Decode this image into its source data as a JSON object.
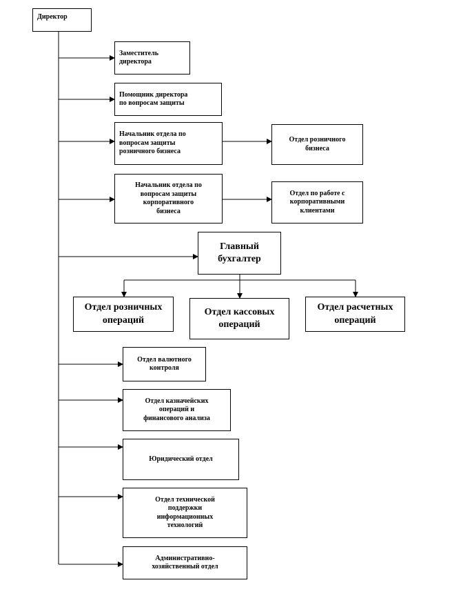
{
  "diagram": {
    "director": "Директор",
    "deputy": "Заместитель\nдиректора",
    "assistant_security": "Помощник директора\nпо вопросам защиты",
    "head_security_retail": "Начальник отдела по\nвопросам защиты\nрозничного бизнеса",
    "retail_business_dept": "Отдел розничного\nбизнеса",
    "head_security_corporate": "Начальник отдела по\nвопросам защиты\nкорпоративного\nбизнеса",
    "corporate_clients_dept": "Отдел по работе с\nкорпоративными\nклиентами",
    "chief_accountant": "Главный\nбухгалтер",
    "retail_operations_dept": "Отдел розничных\nопераций",
    "cash_operations_dept": "Отдел кассовых\nопераций",
    "settlement_operations_dept": "Отдел расчетных\nопераций",
    "currency_control_dept": "Отдел валютного\nконтроля",
    "treasury_analysis_dept": "Отдел казначейских\nопераций и\nфинансового анализа",
    "legal_dept": "Юридический отдел",
    "it_support_dept": "Отдел технической\nподдержки\nинформационных\nтехнологий",
    "admin_dept": "Административно-\nхозяйственный отдел"
  }
}
